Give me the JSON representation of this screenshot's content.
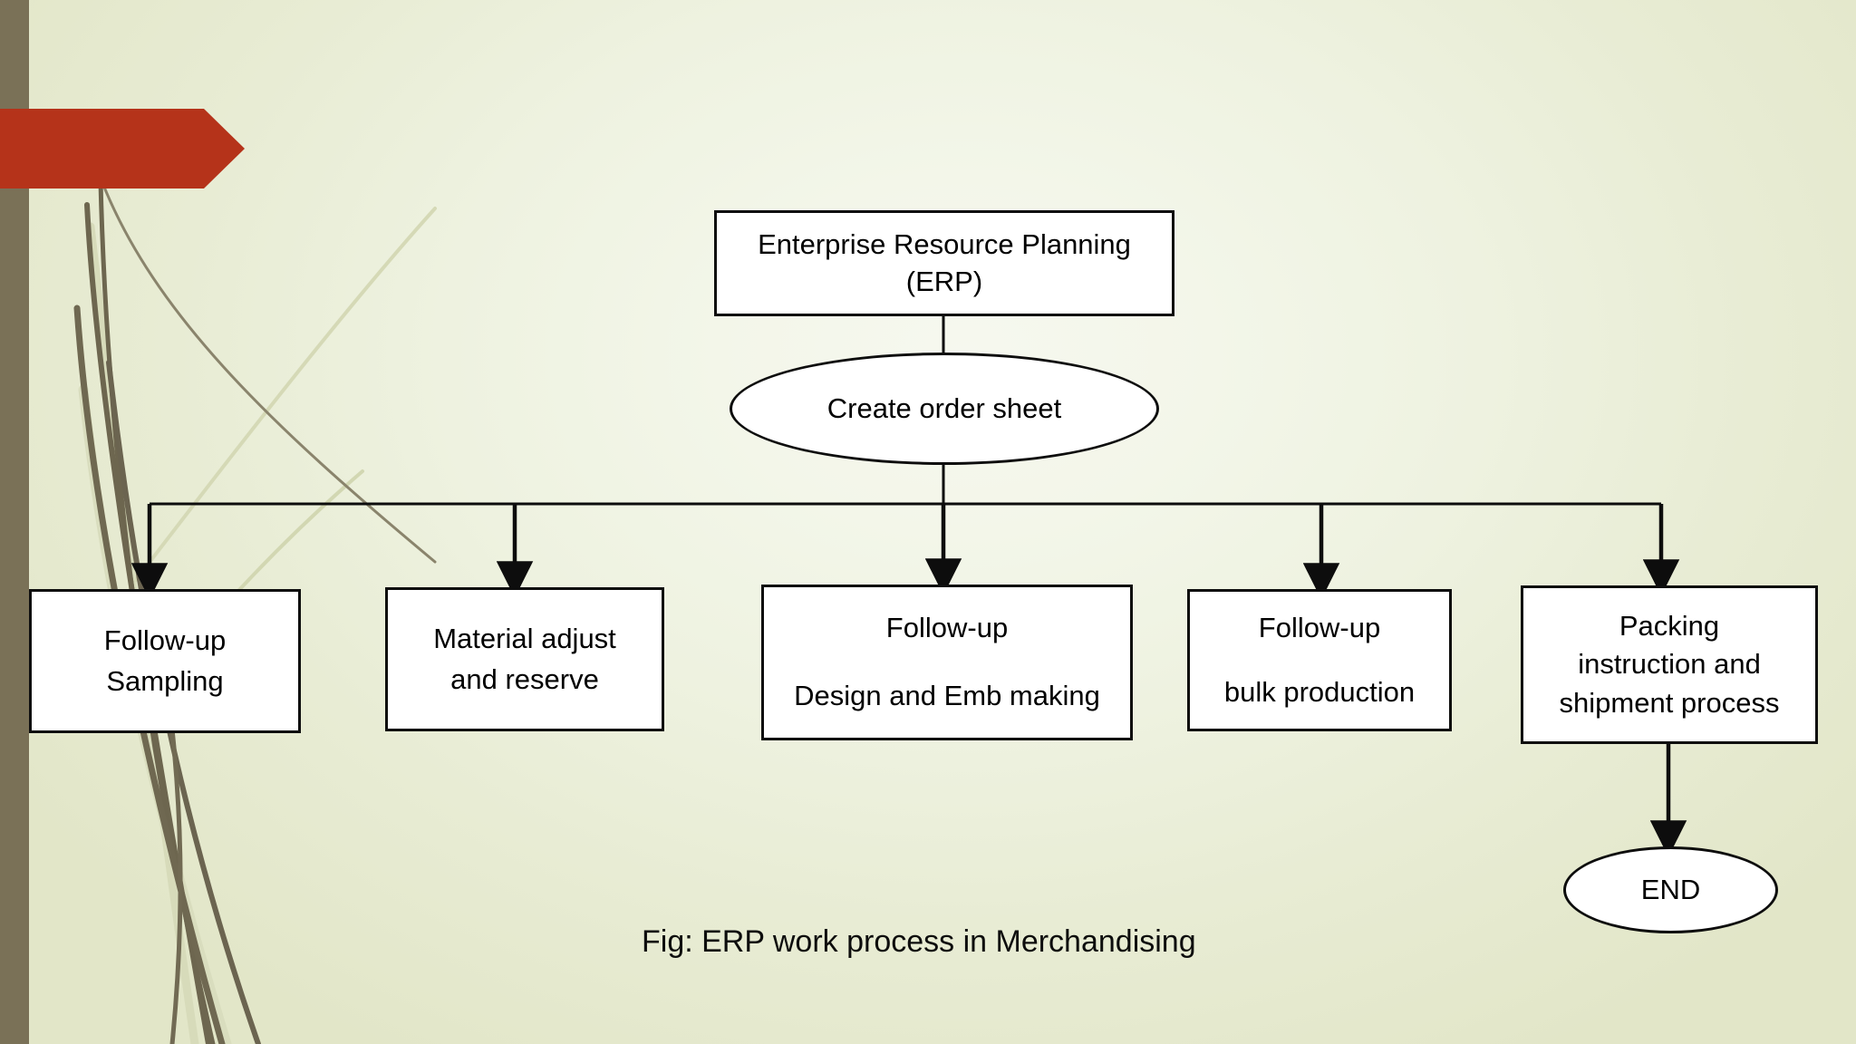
{
  "slide": {
    "background_center_color": "#f6f8ef",
    "background_edge_color": "#e2e6c8",
    "sidebar_color": "#7a7157",
    "banner_color": "#b5331a",
    "node_border_color": "#0d0d0d",
    "node_fill_color": "#ffffff",
    "connector_color": "#0d0d0d"
  },
  "diagram": {
    "caption": "Fig: ERP work process in Merchandising",
    "nodes": {
      "erp": {
        "shape": "rectangle",
        "line1": "Enterprise Resource Planning",
        "line2": "(ERP)"
      },
      "order_sheet": {
        "shape": "ellipse",
        "line1": "Create order sheet"
      },
      "sampling": {
        "shape": "rectangle",
        "line1": "Follow-up",
        "line2": "Sampling"
      },
      "material": {
        "shape": "rectangle",
        "line1": "Material adjust",
        "line2": "and reserve"
      },
      "design": {
        "shape": "rectangle",
        "line1": "Follow-up",
        "line2": "Design and Emb making"
      },
      "bulk": {
        "shape": "rectangle",
        "line1": "Follow-up",
        "line2": "bulk production"
      },
      "packing": {
        "shape": "rectangle",
        "line1": "Packing",
        "line2": "instruction and",
        "line3": "shipment process"
      },
      "end": {
        "shape": "ellipse",
        "line1": "END"
      }
    },
    "connectors": [
      {
        "from": "erp",
        "to": "order_sheet",
        "style": "straight-down"
      },
      {
        "from": "order_sheet",
        "to": "bus",
        "style": "straight-down"
      },
      {
        "from": "bus",
        "to": "sampling",
        "style": "elbow-down-arrow"
      },
      {
        "from": "bus",
        "to": "material",
        "style": "elbow-down-arrow"
      },
      {
        "from": "bus",
        "to": "design",
        "style": "elbow-down-arrow"
      },
      {
        "from": "bus",
        "to": "bulk",
        "style": "elbow-down-arrow"
      },
      {
        "from": "bus",
        "to": "packing",
        "style": "elbow-down-arrow"
      },
      {
        "from": "packing",
        "to": "end",
        "style": "straight-down-arrow"
      }
    ]
  }
}
